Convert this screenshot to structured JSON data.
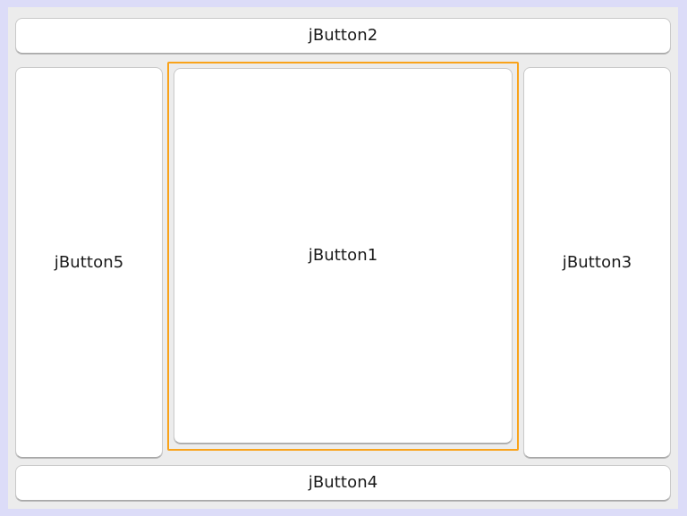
{
  "window": {
    "frame_color": "#dcdcf8",
    "panel_color": "#ececec",
    "selection_color": "#f9a31b",
    "button_face_color": "#ffffff",
    "text_color": "#1a1a1a"
  },
  "layout": {
    "top_bar": {
      "name": "jButton2",
      "label": "jButton2"
    },
    "columns": [
      {
        "name": "jButton5",
        "label": "jButton5",
        "selected": false
      },
      {
        "name": "jButton1",
        "label": "jButton1",
        "selected": true
      },
      {
        "name": "jButton3",
        "label": "jButton3",
        "selected": false
      }
    ],
    "bottom_bar": {
      "name": "jButton4",
      "label": "jButton4"
    }
  }
}
